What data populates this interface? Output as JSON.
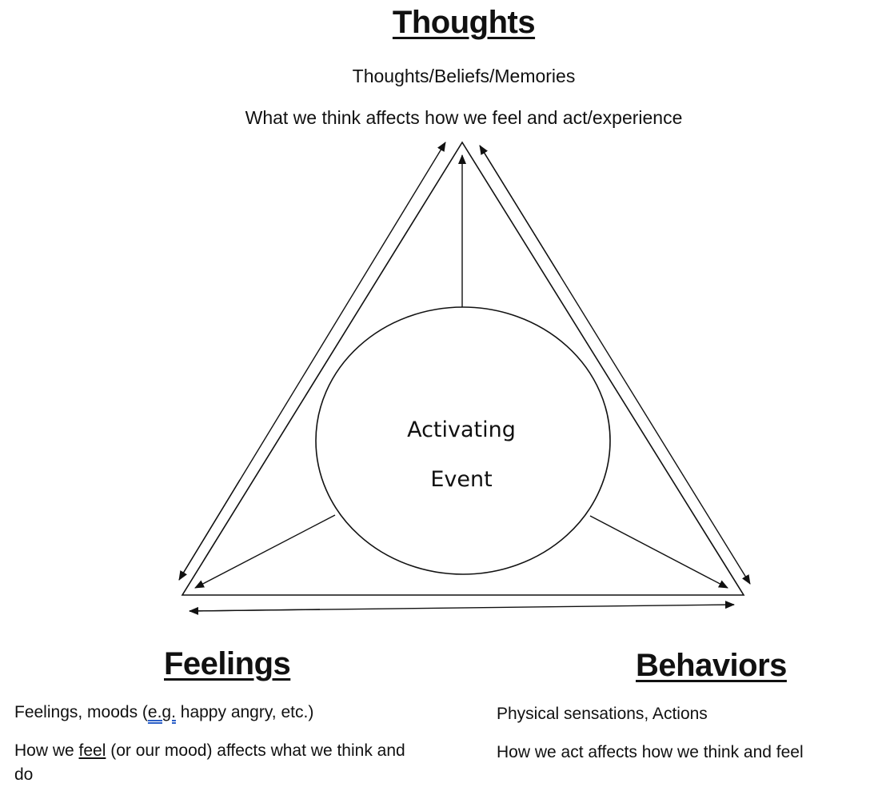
{
  "thoughts": {
    "heading": "Thoughts",
    "subtitle": "Thoughts/Beliefs/Memories",
    "description": "What we think affects how we feel and act/experience"
  },
  "center": {
    "line1": "Activating",
    "line2": "Event"
  },
  "feelings": {
    "heading": "Feelings",
    "subtitle_pre": "Feelings, moods (",
    "subtitle_link": "e.g.",
    "subtitle_post": " happy angry, etc.)",
    "description_pre": "How we ",
    "description_underlined": "feel",
    "description_post": " (or our mood) affects what we think and do"
  },
  "behaviors": {
    "heading": "Behaviors",
    "subtitle": "Physical sensations, Actions",
    "description": "How we act affects how we think and feel"
  }
}
